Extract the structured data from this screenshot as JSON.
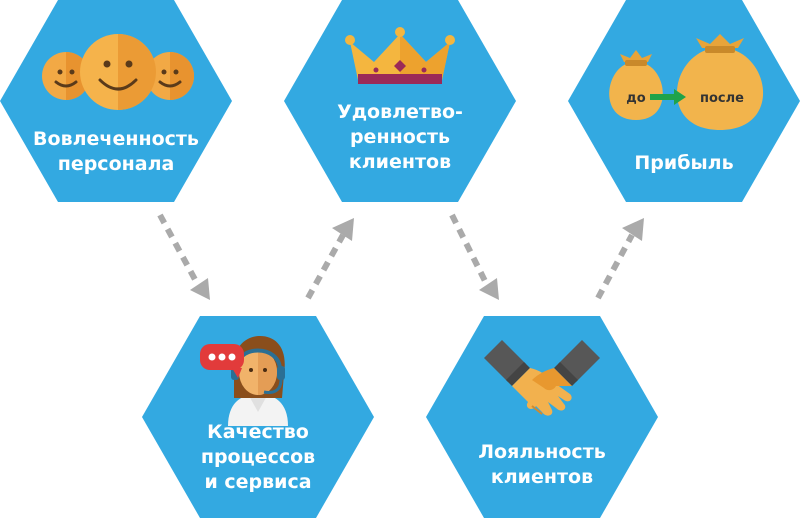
{
  "colors": {
    "hex_fill": "#33a9e1",
    "arrow": "#aaaaaa",
    "label_text": "#ffffff",
    "bag": "#f2b44c",
    "green_arrow": "#1fa34a"
  },
  "nodes": {
    "engagement": {
      "label_line1": "Вовлеченность",
      "label_line2": "персонала",
      "icon": "smiley-faces-icon"
    },
    "satisfaction": {
      "label_line1": "Удовлетво-",
      "label_line2": "ренность",
      "label_line3": "клиентов",
      "icon": "crown-icon"
    },
    "profit": {
      "label_line1": "Прибыль",
      "icon": "money-bags-icon",
      "bag_before": "до",
      "bag_after": "после"
    },
    "quality": {
      "label_line1": "Качество",
      "label_line2": "процессов",
      "label_line3": "и сервиса",
      "icon": "support-operator-icon"
    },
    "loyalty": {
      "label_line1": "Лояльность",
      "label_line2": "клиентов",
      "icon": "handshake-icon"
    }
  },
  "flow": [
    {
      "from": "engagement",
      "to": "quality"
    },
    {
      "from": "quality",
      "to": "satisfaction"
    },
    {
      "from": "satisfaction",
      "to": "loyalty"
    },
    {
      "from": "loyalty",
      "to": "profit"
    }
  ]
}
